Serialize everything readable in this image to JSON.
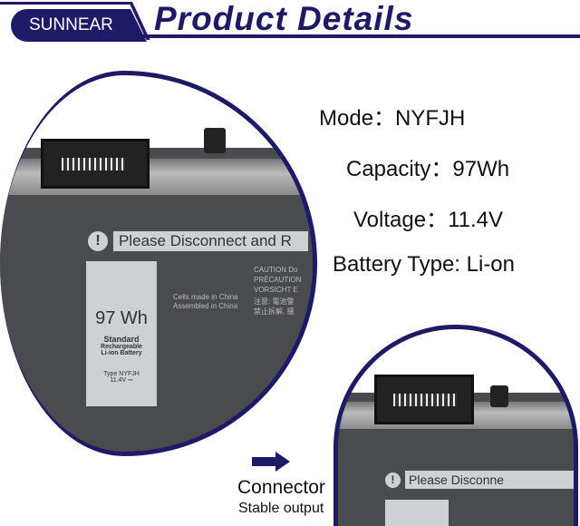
{
  "header": {
    "brand": "SUNNEAR",
    "title": "Product Details"
  },
  "specs": [
    {
      "label": "Mode",
      "value": "NYFJH",
      "text": "Mode：NYFJH"
    },
    {
      "label": "Capacity",
      "value": "97Wh",
      "text": "Capacity：97Wh"
    },
    {
      "label": "Voltage",
      "value": "11.4V",
      "text": "Voltage：11.4V"
    },
    {
      "label": "Battery Type",
      "value": "Li-on",
      "text": "Battery Type:  Li-on"
    }
  ],
  "battery": {
    "warning": "Please Disconnect and R",
    "capacity": "97 Wh",
    "standard": "Standard",
    "rechargeable": "Rechargeable",
    "type_line": "Li-ion Battery",
    "model": "Type  NYFJH",
    "voltage": "11.4V ⎓",
    "origin1": "Cells made in China",
    "origin2": "Assembled in China",
    "caution1": "CAUTION Do",
    "caution2": "PRÉCAUTION",
    "caution3": "VORSICHT E",
    "caution4": "注意: 電池警",
    "caution5": "禁止拆解, 擅"
  },
  "detail": {
    "warning": "Please Disconne"
  },
  "connector": {
    "title": "Connector",
    "subtitle": "Stable output"
  },
  "colors": {
    "brand": "#1e1a66"
  }
}
